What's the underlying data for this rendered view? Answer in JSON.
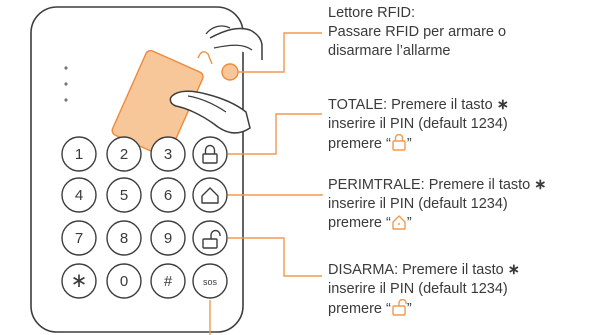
{
  "keypad": {
    "keys": [
      {
        "label": "1",
        "name": "key-1"
      },
      {
        "label": "2",
        "name": "key-2"
      },
      {
        "label": "3",
        "name": "key-3"
      },
      {
        "icon": "lock-icon",
        "name": "key-arm-total"
      },
      {
        "label": "4",
        "name": "key-4"
      },
      {
        "label": "5",
        "name": "key-5"
      },
      {
        "label": "6",
        "name": "key-6"
      },
      {
        "icon": "home-icon",
        "name": "key-arm-perimeter"
      },
      {
        "label": "7",
        "name": "key-7"
      },
      {
        "label": "8",
        "name": "key-8"
      },
      {
        "label": "9",
        "name": "key-9"
      },
      {
        "icon": "unlock-icon",
        "name": "key-disarm"
      },
      {
        "label": "∗",
        "name": "key-star"
      },
      {
        "label": "0",
        "name": "key-0"
      },
      {
        "label": "#",
        "name": "key-hash"
      },
      {
        "label": "sos",
        "name": "key-sos"
      }
    ]
  },
  "annotations": {
    "rfid": {
      "line1": "Lettore RFID:",
      "line2": "Passare RFID per armare o",
      "line3": "disarmare l’allarme"
    },
    "totale": {
      "line1": "TOTALE: Premere il tasto",
      "star": "∗",
      "line2": "inserire il PIN (default 1234)",
      "line3a": "premere “",
      "line3b": "”",
      "icon": "lock-icon"
    },
    "perimetrale": {
      "line1": "PERIMTRALE: Premere il tasto",
      "star": "∗",
      "line2": "inserire il PIN (default 1234)",
      "line3a": "premere “",
      "line3b": "”",
      "icon": "home-icon"
    },
    "disarma": {
      "line1": "DISARMA: Premere il tasto",
      "star": "∗",
      "line2": "inserire il PIN (default 1234)",
      "line3a": "premere “",
      "line3b": "”",
      "icon": "unlock-icon"
    }
  },
  "colors": {
    "accent": "#f39a4d",
    "outline": "#3d3d3d",
    "text": "#3a3a3a",
    "card_fill": "#f7c79a"
  }
}
